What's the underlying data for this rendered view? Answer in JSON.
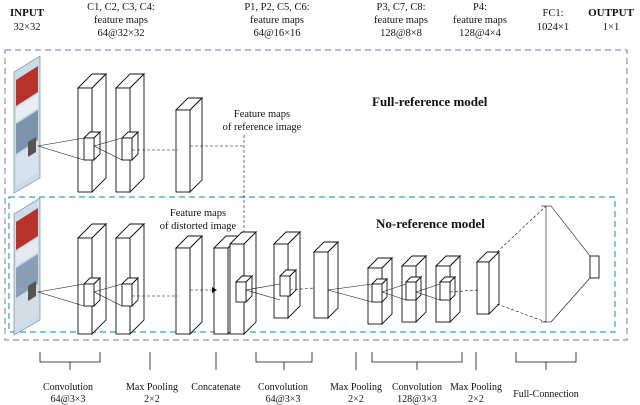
{
  "headers": {
    "input_label": "INPUT",
    "input_size": "32×32",
    "conv1_names": "C1, C2, C3, C4:",
    "conv1_desc": "feature maps",
    "conv1_size": "64@32×32",
    "pool1_names": "P1, P2, C5, C6:",
    "pool1_desc": "feature maps",
    "pool1_size": "64@16×16",
    "conv2_names": "P3, C7, C8:",
    "conv2_desc": "feature maps",
    "conv2_size": "128@8×8",
    "pool2_names": "P4:",
    "pool2_desc": "feature maps",
    "pool2_size": "128@4×4",
    "fc_name": "FC1:",
    "fc_size": "1024×1",
    "output_label": "OUTPUT",
    "output_size": "1×1"
  },
  "models": {
    "full_reference": "Full-reference model",
    "no_reference": "No-reference model"
  },
  "annotations": {
    "ref_maps_line1": "Feature maps",
    "ref_maps_line2": "of reference image",
    "dist_maps_line1": "Feature maps",
    "dist_maps_line2": "of distorted image"
  },
  "bottom_labels": {
    "conv1_line1": "Convolution",
    "conv1_line2": "64@3×3",
    "maxpool1_line1": "Max Pooling",
    "maxpool1_line2": "2×2",
    "concat": "Concatenate",
    "conv2_line1": "Convolution",
    "conv2_line2": "64@3×3",
    "maxpool2_line1": "Max Pooling",
    "maxpool2_line2": "2×2",
    "conv3_line1": "Convolution",
    "conv3_line2": "128@3×3",
    "maxpool3_line1": "Max Pooling",
    "maxpool3_line2": "2×2",
    "fullconn": "Full-Connection"
  },
  "colors": {
    "full_ref_border": "#9b87c4",
    "no_ref_border": "#2aa7b8",
    "bracket": "#111111"
  }
}
